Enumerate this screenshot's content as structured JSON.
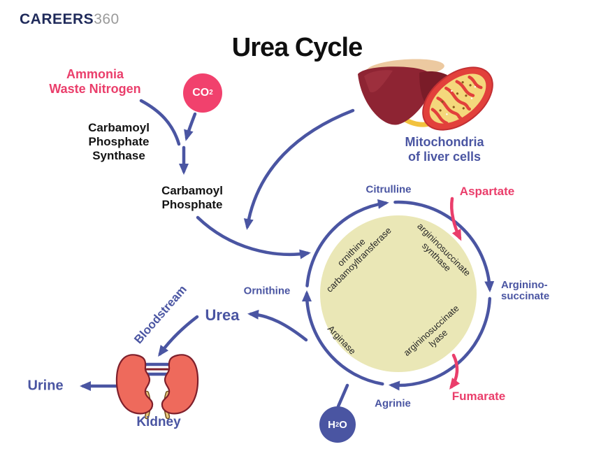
{
  "logo": {
    "brand": "CAREERS",
    "suffix": "360"
  },
  "title": "Urea Cycle",
  "molecules": {
    "ammonia_line1": "Ammonia",
    "ammonia_line2": "Waste Nitrogen",
    "co2_base": "CO",
    "co2_sub": "2",
    "cps_line1": "Carbamoyl",
    "cps_line2": "Phosphate",
    "cps_line3": "Synthase",
    "cp_line1": "Carbamoyl",
    "cp_line2": "Phosphate",
    "mito_line1": "Mitochondria",
    "mito_line2": "of liver cells",
    "citrulline": "Citrulline",
    "aspartate": "Aspartate",
    "arginino_line1": "Arginino-",
    "arginino_line2": "succinate",
    "fumarate": "Fumarate",
    "agrinie": "Agrinie",
    "ornithine": "Ornithine",
    "urea": "Urea",
    "bloodstream": "Bloodstream",
    "urine": "Urine",
    "kidney": "Kidney",
    "h2o_pre": "H",
    "h2o_sub": "2",
    "h2o_post": "O"
  },
  "enzymes": {
    "oct_line1": "ornithine",
    "oct_line2": "carbamoyltransferase",
    "ass_line1": "argininosuccinate",
    "ass_line2": "synthase",
    "asl_line1": "argininosuccinate",
    "asl_line2": "lyase",
    "arginase": "Arginase"
  },
  "colors": {
    "blue_arrow_text": "#4a55a2",
    "pink_text_arrow": "#ea3e6b",
    "co2_circle": "#f1416d",
    "h2o_circle": "#4a55a2",
    "cycle_fill": "#eae7b6",
    "title_black": "#0f0f0f",
    "logo_navy": "#1f2a5a",
    "logo_gray": "#9a9a9a",
    "liver_red": "#8e2433",
    "mito_red": "#e2403b",
    "mito_yellow": "#f4d87c",
    "kidney_red": "#ee6a5c"
  }
}
